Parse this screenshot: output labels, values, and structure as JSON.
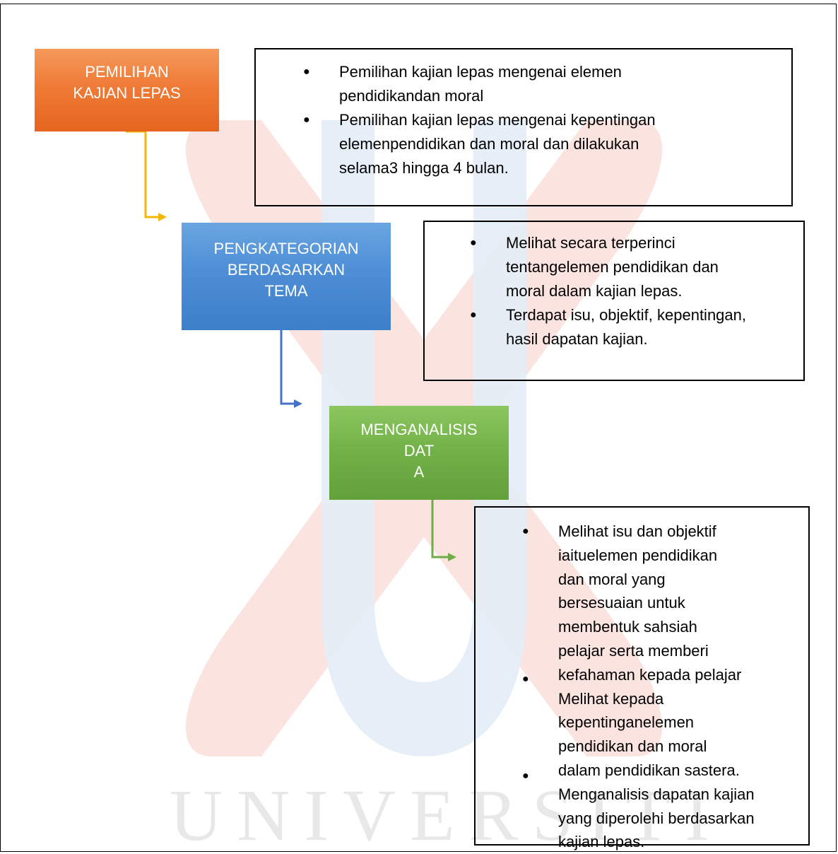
{
  "watermark": {
    "text": "UNIVERSITI",
    "colors": {
      "red": "#fbe3e0",
      "blue": "#e3edf7"
    }
  },
  "steps": [
    {
      "label_lines": [
        "PEMILIHAN",
        "KAJIAN LEPAS"
      ],
      "color": "#ef7b36"
    },
    {
      "label_lines": [
        "PENGKATEGORIAN",
        "BERDASARKAN",
        "TEMA"
      ],
      "color": "#4d8ed6"
    },
    {
      "label_lines": [
        "MENGANALISIS",
        "DAT",
        "A"
      ],
      "color": "#73b249"
    }
  ],
  "notes": [
    {
      "items": [
        [
          "Pemilihan kajian lepas mengenai elemen",
          "pendidikandan moral"
        ],
        [
          "Pemilihan kajian lepas mengenai kepentingan",
          "elemenpendidikan dan moral dan dilakukan",
          "selama3 hingga 4 bulan."
        ]
      ]
    },
    {
      "items": [
        [
          "Melihat secara terperinci",
          "tentangelemen pendidikan dan",
          "moral dalam kajian lepas."
        ],
        [
          "Terdapat isu, objektif, kepentingan,",
          "hasil dapatan kajian."
        ]
      ]
    },
    {
      "items": [
        [
          "Melihat isu dan objektif",
          "iaituelemen pendidikan",
          "dan moral yang",
          "bersesuaian untuk",
          "membentuk sahsiah",
          "pelajar serta memberi"
        ],
        [
          "kefahaman kepada pelajar",
          "Melihat kepada",
          "kepentinganelemen",
          "pendidikan dan moral"
        ],
        [
          "dalam pendidikan sastera.",
          "Menganalisis dapatan kajian",
          "yang diperolehi berdasarkan",
          "kajian lepas."
        ]
      ]
    }
  ],
  "connectors": [
    {
      "color": "#f2b705"
    },
    {
      "color": "#4472c4"
    },
    {
      "color": "#70ad47"
    }
  ]
}
